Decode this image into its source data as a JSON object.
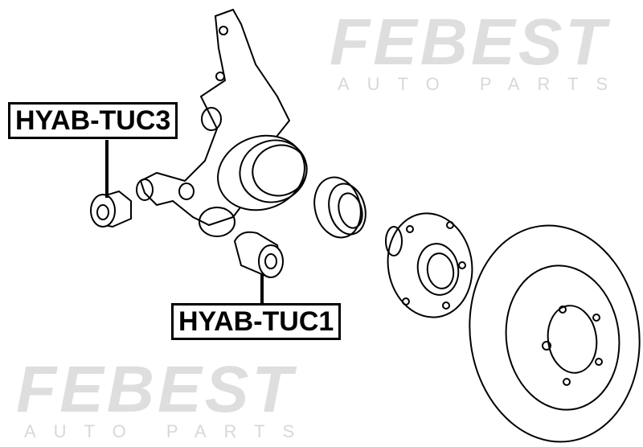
{
  "watermark": {
    "brand": "FEBEST",
    "sub": "AUTO PARTS"
  },
  "parts": [
    {
      "label": "HYAB-TUC3"
    },
    {
      "label": "HYAB-TUC1"
    }
  ]
}
